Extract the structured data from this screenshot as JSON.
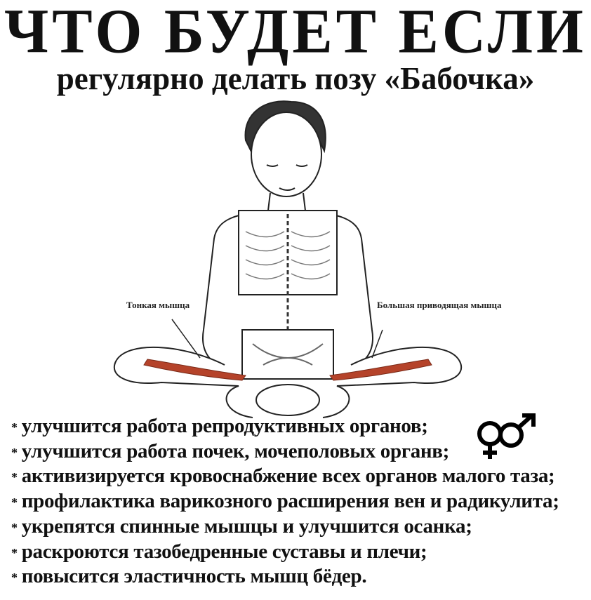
{
  "header": {
    "title": "ЧТО БУДЕТ ЕСЛИ",
    "subtitle": "регулярно делать позу «Бабочка»"
  },
  "illustration": {
    "label_left": "Тонкая мышца",
    "label_right": "Большая приводящая мышца",
    "muscle_color": "#b5432a"
  },
  "bullet_symbol": "*",
  "benefits": [
    "улучшится работа репродуктивных органов;",
    "улучшится работа почек, мочеполовых органв;",
    "активизируется кровоснабжение всех органов малого таза;",
    "профилактика варикозного расширения вен и радикулита;",
    "укрепятся спинные мышцы и улучшится осанка;",
    "раскроются тазобедренные суставы и плечи;",
    "повысится эластичность мышц бёдер."
  ],
  "icons": {
    "gender": "female-male-symbols-icon"
  }
}
